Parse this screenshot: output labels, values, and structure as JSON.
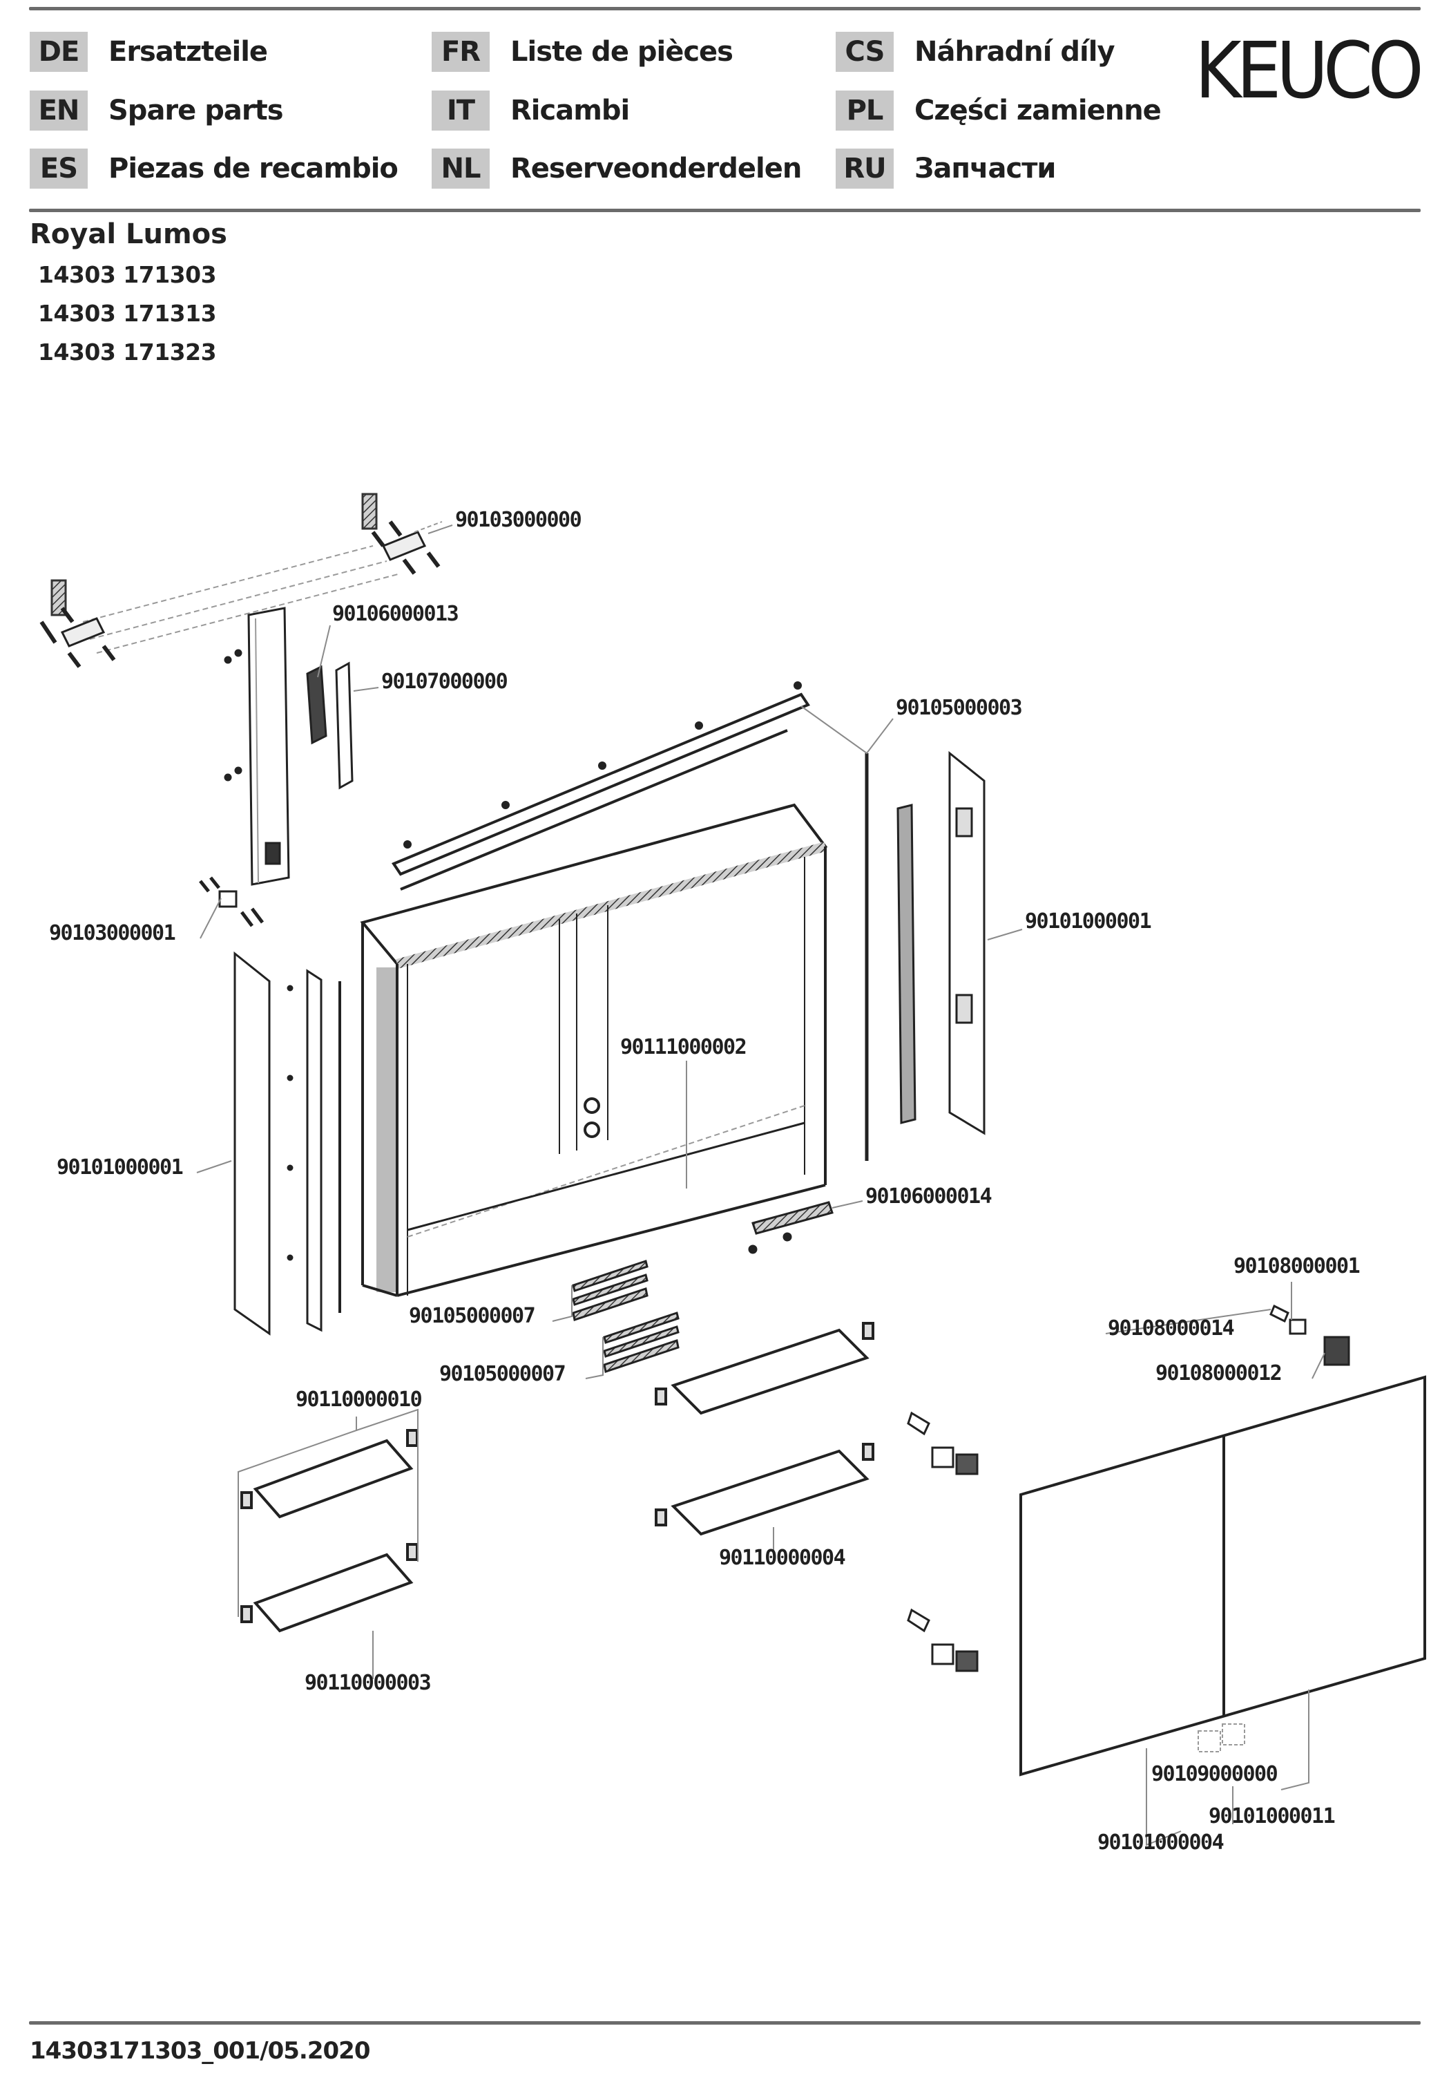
{
  "header": {
    "languages": [
      {
        "code": "DE",
        "label": "Ersatzteile"
      },
      {
        "code": "EN",
        "label": "Spare parts"
      },
      {
        "code": "ES",
        "label": "Piezas de recambio"
      },
      {
        "code": "FR",
        "label": "Liste de pièces"
      },
      {
        "code": "IT",
        "label": "Ricambi"
      },
      {
        "code": "NL",
        "label": "Reserveonderdelen"
      },
      {
        "code": "CS",
        "label": "Náhradní díly"
      },
      {
        "code": "PL",
        "label": "Części zamienne"
      },
      {
        "code": "RU",
        "label": "Запчасти"
      }
    ],
    "brand_logo": "KEUCO"
  },
  "product": {
    "name": "Royal Lumos",
    "article_numbers": [
      "14303 171303",
      "14303 171313",
      "14303 171323"
    ]
  },
  "parts": [
    {
      "id": "p-top-brackets",
      "number": "90103000000"
    },
    {
      "id": "p-side-electronics",
      "number": "90106000013"
    },
    {
      "id": "p-socket-cover",
      "number": "90107000000"
    },
    {
      "id": "p-led-profile",
      "number": "90105000003"
    },
    {
      "id": "p-side-panel-right",
      "number": "90101000001"
    },
    {
      "id": "p-bottom-bracket",
      "number": "90103000001"
    },
    {
      "id": "p-cabinet-body",
      "number": "90111000002"
    },
    {
      "id": "p-side-panel-left",
      "number": "90101000001"
    },
    {
      "id": "p-sensor-strip",
      "number": "90106000014"
    },
    {
      "id": "p-hinge",
      "number": "90108000001"
    },
    {
      "id": "p-light-strips-1",
      "number": "90105000007"
    },
    {
      "id": "p-hinge-plate",
      "number": "90108000014"
    },
    {
      "id": "p-light-strips-2",
      "number": "90105000007"
    },
    {
      "id": "p-hinge-cover",
      "number": "90108000012"
    },
    {
      "id": "p-shelf-set",
      "number": "90110000010"
    },
    {
      "id": "p-shelf-right",
      "number": "90110000004"
    },
    {
      "id": "p-shelf-left",
      "number": "90110000003"
    },
    {
      "id": "p-door-handle",
      "number": "90109000000"
    },
    {
      "id": "p-door-right",
      "number": "90101000011"
    },
    {
      "id": "p-door-left",
      "number": "90101000004"
    }
  ],
  "footer": {
    "document_code": "14303171303_001/05.2020"
  },
  "colors": {
    "badge_bg": "#c8c8c8",
    "rule": "#6b6b6b",
    "ink": "#1a1a1a",
    "leader": "#8a8a8a"
  }
}
